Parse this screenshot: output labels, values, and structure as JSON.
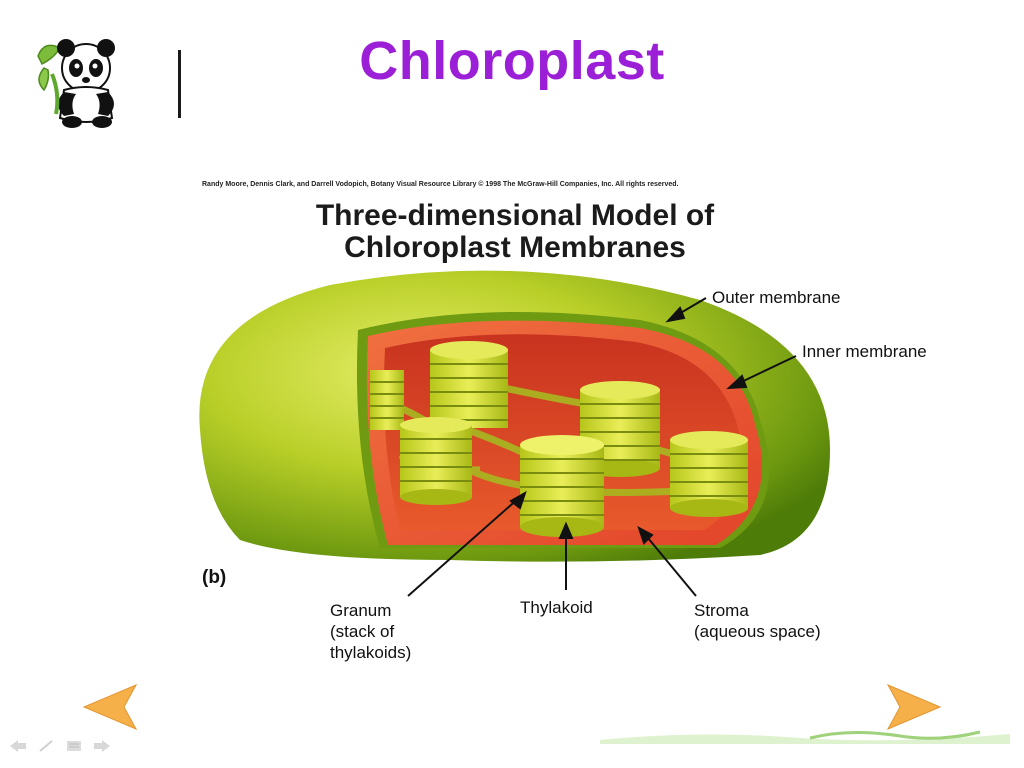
{
  "slide": {
    "title": "Chloroplast"
  },
  "figure": {
    "credit": "Randy Moore, Dennis Clark, and Darrell Vodopich, Botany Visual Resource Library © 1998 The McGraw-Hill Companies, Inc. All rights reserved.",
    "title_line1": "Three-dimensional Model of",
    "title_line2": "Chloroplast Membranes",
    "panel": "(b)",
    "labels": {
      "outer_membrane": "Outer membrane",
      "inner_membrane": "Inner membrane",
      "granum_1": "Granum",
      "granum_2": "(stack of",
      "granum_3": "thylakoids)",
      "thylakoid": "Thylakoid",
      "stroma_1": "Stroma",
      "stroma_2": "(aqueous space)"
    }
  },
  "colors": {
    "title": "#9b1fd6",
    "outer_green": "#a8c21e",
    "inner_red": "#e8462a",
    "granum_yellow": "#d8e23a",
    "nav_arrow": "#f5b04a"
  },
  "icons": {
    "logo": "panda-icon",
    "prev": "arrow-left-icon",
    "next": "arrow-right-icon"
  }
}
